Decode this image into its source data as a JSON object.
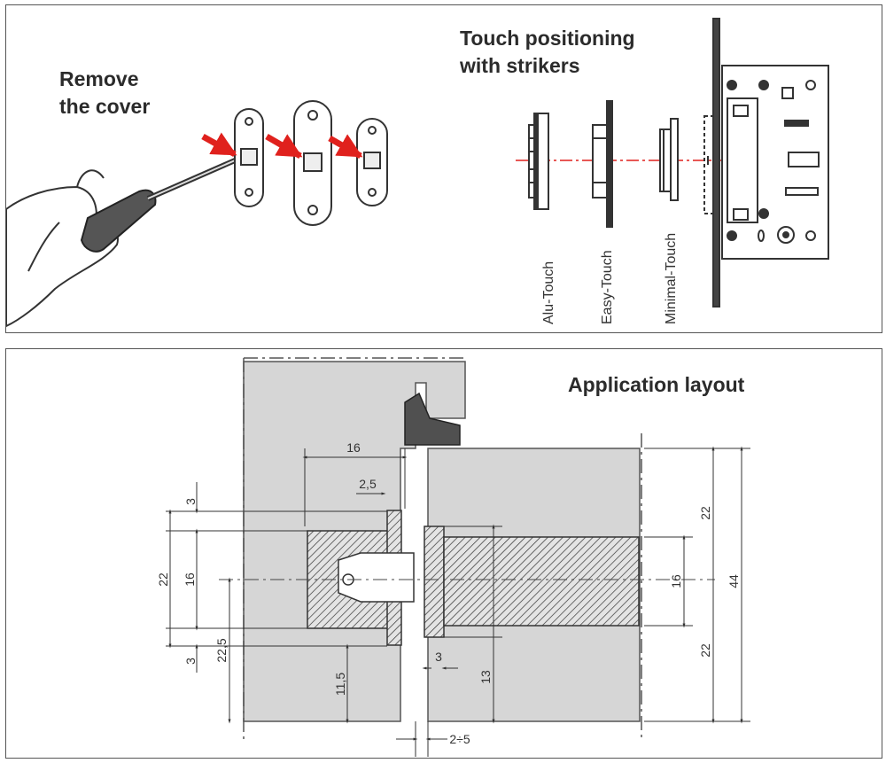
{
  "top_panel": {
    "remove_heading": [
      "Remove",
      "the cover"
    ],
    "touch_heading": [
      "Touch positioning",
      "with strikers"
    ],
    "striker_labels": [
      "Alu-Touch",
      "Easy-Touch",
      "Minimal-Touch"
    ],
    "colors": {
      "arrow": "#e0211d",
      "axis_line": "#e0211d"
    }
  },
  "bottom_panel": {
    "heading": "Application layout",
    "dimensions": {
      "d16_top": "16",
      "d2_5": "2,5",
      "d3_top": "3",
      "d22_left": "22",
      "d16_left": "16",
      "d3_bottom": "3",
      "d22_5": "22,5",
      "d11_5": "11,5",
      "d3_mid": "3",
      "d13": "13",
      "d2_5range": "2÷5",
      "d22_right_top": "22",
      "d16_right": "16",
      "d44": "44",
      "d22_right_bottom": "22"
    },
    "colors": {
      "frame": "#d6d6d6",
      "seal": "#505050"
    }
  }
}
